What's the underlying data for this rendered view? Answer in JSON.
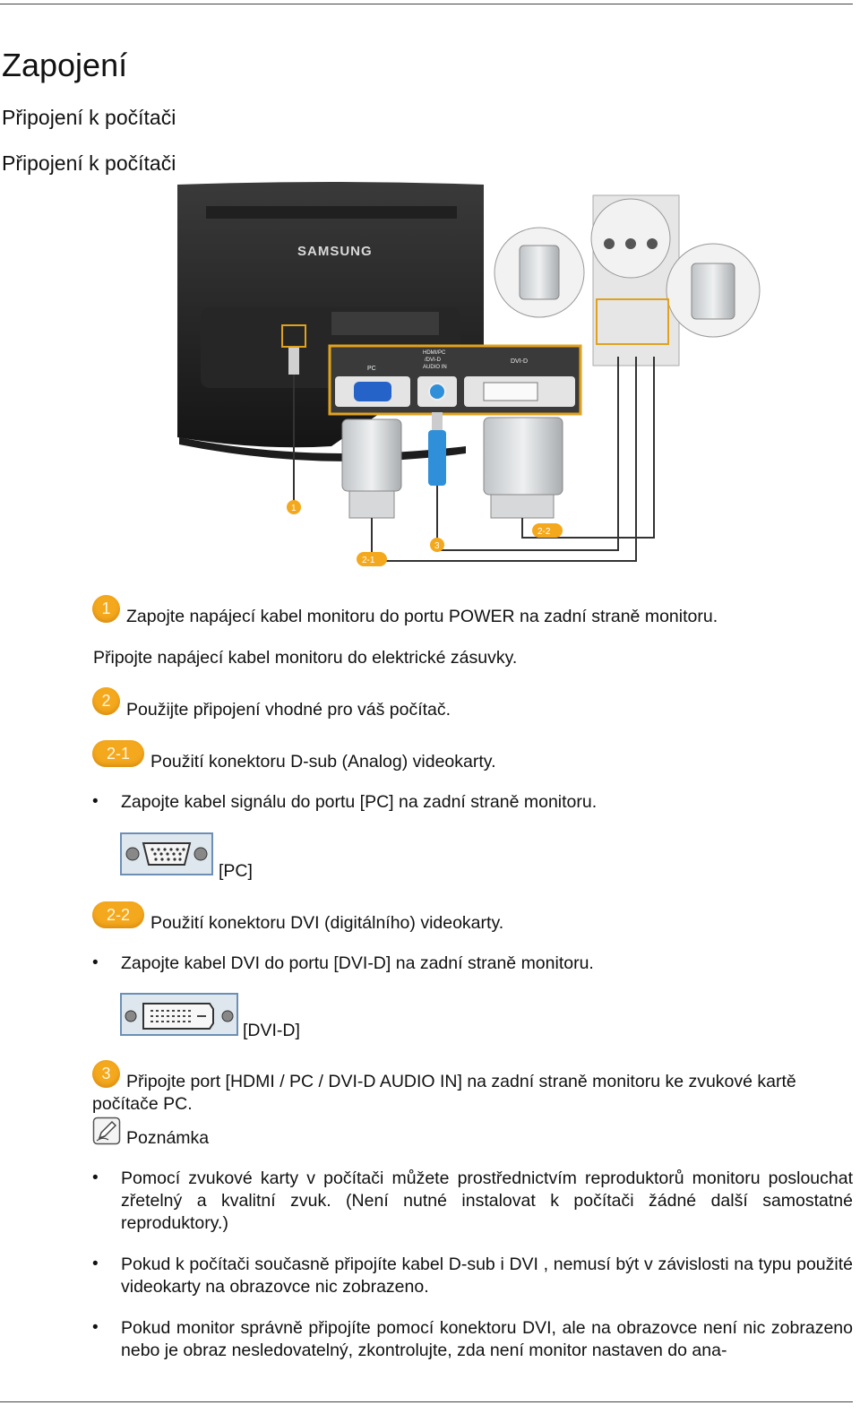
{
  "header": {
    "title": "Zapojení",
    "subtitle1": "Připojení k počítači",
    "subtitle2": "Připojení k počítači"
  },
  "diagram": {
    "brand": "SAMSUNG",
    "label_pc": "PC",
    "label_hdmi_1": "HDMI/PC",
    "label_hdmi_2": "/DVI-D",
    "label_hdmi_3": "AUDIO IN",
    "label_dvi": "DVI-D",
    "callout_1": "1",
    "callout_2_1": "2-1",
    "callout_3": "3",
    "callout_2_2": "2-2"
  },
  "steps": {
    "step1_badge": "1",
    "step1_text": "Zapojte napájecí kabel monitoru do portu POWER na zadní straně monitoru.",
    "step1_sub": "Připojte napájecí kabel monitoru do elektrické zásuvky.",
    "step2_badge": "2",
    "step2_text": "Použijte připojení vhodné pro váš počítač.",
    "step21_badge": "2-1",
    "step21_text": "Použití konektoru D-sub (Analog) videokarty.",
    "step21_bullet": "Zapojte kabel signálu do portu [PC] na zadní straně monitoru.",
    "step21_port": "[PC]",
    "step22_badge": "2-2",
    "step22_text": "Použití konektoru DVI (digitálního) videokarty.",
    "step22_bullet": "Zapojte kabel DVI do portu [DVI-D] na zadní straně monitoru.",
    "step22_port": "[DVI-D]",
    "step3_badge": "3",
    "step3_text_line1": "Připojte port [HDMI / PC / DVI-D AUDIO IN] na zadní straně monitoru ke zvukové kartě",
    "step3_text_line2": "počítače PC."
  },
  "note": {
    "title": "Poznámka",
    "bullet_char": "•",
    "items": [
      "Pomocí zvukové karty v počítači můžete prostřednictvím reproduktorů monitoru poslouchat zřetelný a kvalitní zvuk. (Není nutné instalovat k počítači žádné další samostatné reproduktory.)",
      "Pokud k počítači současně připojíte kabel D-sub i DVI , nemusí být v závislosti na typu použité videokarty na obrazovce nic zobrazeno.",
      "Pokud monitor správně připojíte pomocí konektoru DVI, ale na obrazovce není nic zobrazeno nebo je obraz nesledovatelný, zkontrolujte, zda není monitor nastaven do ana-"
    ]
  },
  "colors": {
    "badge": "#f4a81d",
    "highlight_box": "#e0a21e",
    "cable_blue": "#2f8fd8"
  }
}
